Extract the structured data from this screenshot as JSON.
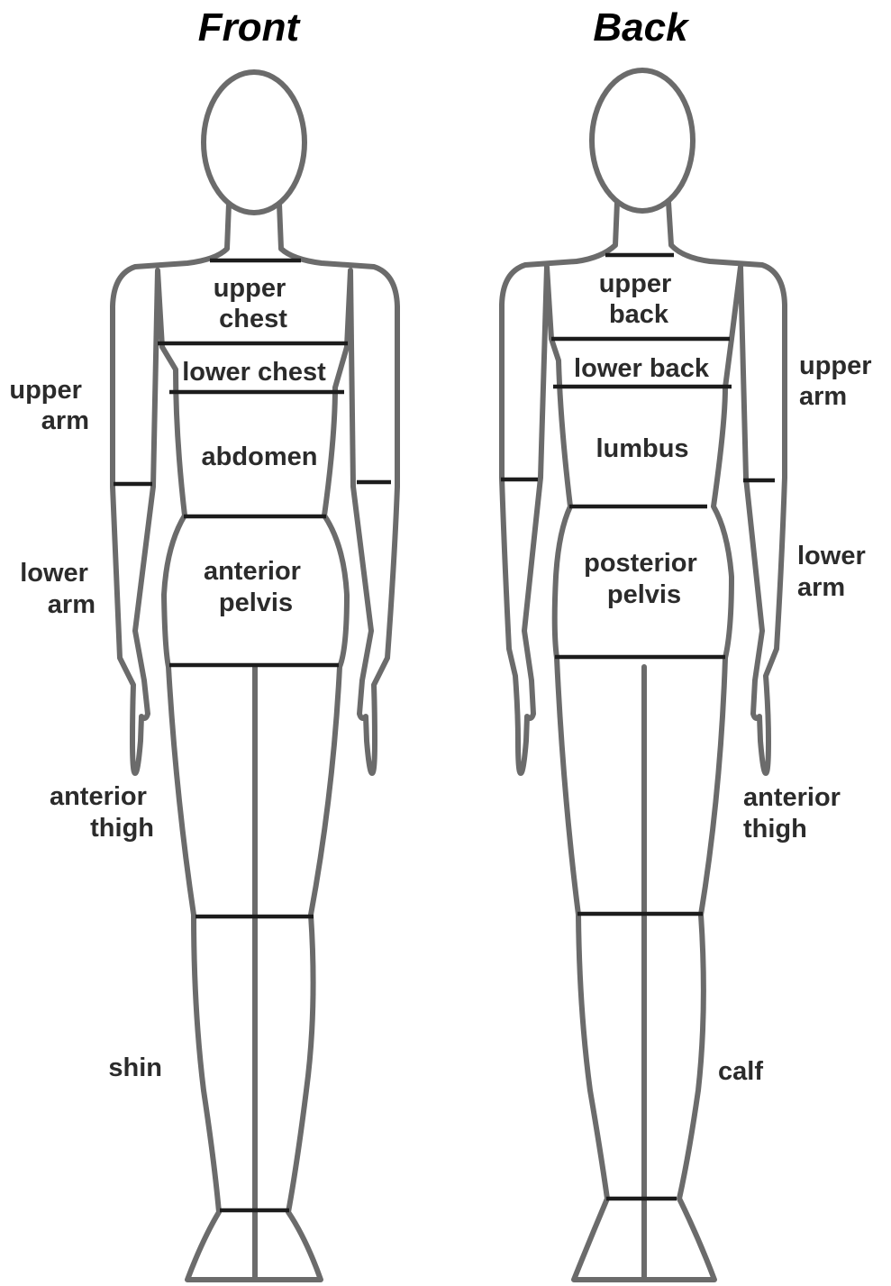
{
  "titles": {
    "front": "Front",
    "back": "Back"
  },
  "front": {
    "upper_chest": [
      "upper",
      "chest"
    ],
    "lower_chest": [
      "lower chest"
    ],
    "abdomen": [
      "abdomen"
    ],
    "anterior_pelvis": [
      "anterior",
      "pelvis"
    ],
    "upper_arm": [
      "upper",
      "arm"
    ],
    "lower_arm": [
      "lower",
      "arm"
    ],
    "anterior_thigh": [
      "anterior",
      "thigh"
    ],
    "shin": [
      "shin"
    ]
  },
  "back": {
    "upper_back": [
      "upper",
      "back"
    ],
    "lower_back": [
      "lower back"
    ],
    "lumbus": [
      "lumbus"
    ],
    "posterior_pelvis": [
      "posterior",
      "pelvis"
    ],
    "upper_arm": [
      "upper",
      "arm"
    ],
    "lower_arm": [
      "lower",
      "arm"
    ],
    "anterior_thigh": [
      "anterior",
      "thigh"
    ],
    "calf": [
      "calf"
    ]
  },
  "colors": {
    "outline": "#6b6b6b",
    "divider": "#1c1c1c",
    "text": "#2b2b2b"
  }
}
